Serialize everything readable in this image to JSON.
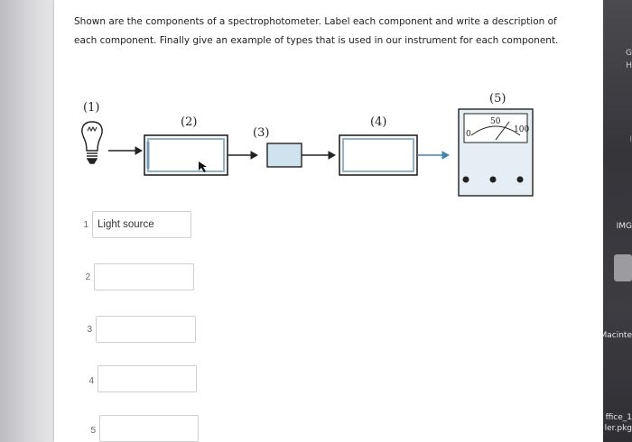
{
  "question": {
    "text": "Shown are the components of a spectrophotometer. Label each component and write a description of each component. Finally give an example of types that is used in our instrument for each component."
  },
  "diagram": {
    "labels": [
      "(1)",
      "(2)",
      "(3)",
      "(4)",
      "(5)"
    ],
    "meter_scale": [
      "0",
      "50",
      "100"
    ]
  },
  "answers": [
    {
      "number": "1",
      "value": "Light source"
    },
    {
      "number": "2",
      "value": ""
    },
    {
      "number": "3",
      "value": ""
    },
    {
      "number": "4",
      "value": ""
    },
    {
      "number": "5",
      "value": ""
    }
  ],
  "desktop_edge": {
    "labels": [
      "G",
      "H",
      "I",
      "IMG",
      "Macinte",
      "ffice_1",
      "ler.pkg"
    ]
  }
}
